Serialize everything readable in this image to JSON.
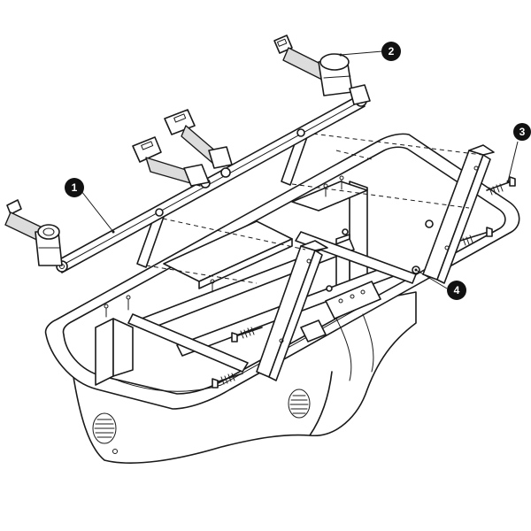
{
  "callouts": [
    {
      "id": "1",
      "label": "1"
    },
    {
      "id": "2",
      "label": "2"
    },
    {
      "id": "3",
      "label": "3"
    },
    {
      "id": "4",
      "label": "4"
    }
  ],
  "colors": {
    "line": "#1a1a1a",
    "background": "#ffffff",
    "callout": "#111111"
  }
}
